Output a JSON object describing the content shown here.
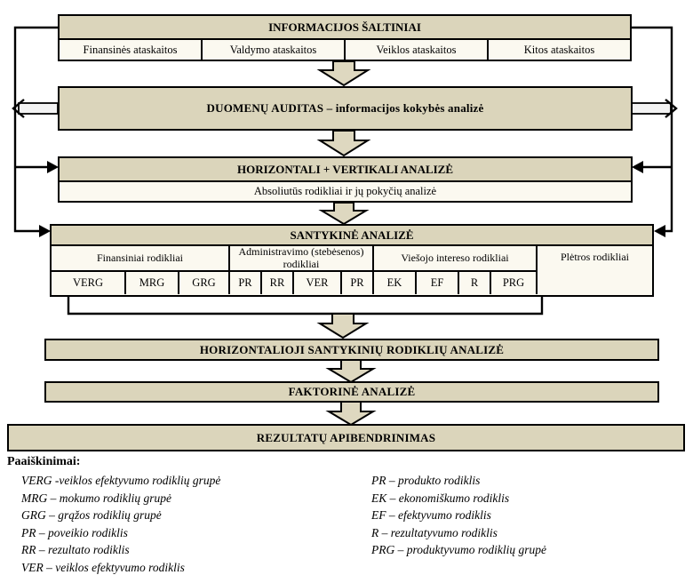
{
  "colors": {
    "box_fill": "#dbd5bb",
    "cell_fill": "#fbf9f0",
    "arrow_fill": "#ded8c0",
    "hbar_fill": "#f3f3f3",
    "border": "#000000",
    "text": "#000000"
  },
  "boxes": {
    "sources": {
      "title": "INFORMACIJOS ŠALTINIAI",
      "items": [
        "Finansinės ataskaitos",
        "Valdymo ataskaitos",
        "Veiklos ataskaitos",
        "Kitos ataskaitos"
      ]
    },
    "audit": {
      "title": "DUOMENŲ AUDITAS – informacijos kokybės analizė"
    },
    "horizontal_vertical": {
      "title": "HORIZONTALI + VERTIKALI  ANALIZĖ",
      "subtitle": "Absoliutūs rodikliai ir jų pokyčių analizė"
    },
    "relative": {
      "title": "SANTYKINĖ ANALIZĖ",
      "groups": [
        {
          "label": "Finansiniai rodikliai",
          "codes": [
            "VERG",
            "MRG",
            "GRG"
          ]
        },
        {
          "label": "Administravimo (stebėsenos) rodikliai",
          "codes": [
            "PR",
            "RR",
            "VER",
            "PR"
          ]
        },
        {
          "label": "Viešojo intereso rodikliai",
          "codes": [
            "EK",
            "EF",
            "R",
            "PRG"
          ]
        },
        {
          "label": "Plėtros rodikliai",
          "codes": []
        }
      ]
    },
    "horizontal_ratio": {
      "title": "HORIZONTALIOJI SANTYKINIŲ RODIKLIŲ ANALIZĖ"
    },
    "factor": {
      "title": "FAKTORINĖ ANALIZĖ"
    },
    "summary": {
      "title": "REZULTATŲ APIBENDRINIMAS"
    }
  },
  "legend": {
    "heading": "Paaiškinimai:",
    "left": [
      "VERG -veiklos efektyvumo rodiklių grupė",
      "MRG – mokumo rodiklių grupė",
      "GRG – grąžos rodiklių grupė",
      "PR – poveikio rodiklis",
      "RR – rezultato rodiklis",
      "VER – veiklos efektyvumo rodiklis"
    ],
    "right": [
      "PR – produkto rodiklis",
      "EK – ekonomiškumo rodiklis",
      "EF – efektyvumo rodiklis",
      "R – rezultatyvumo rodiklis",
      "PRG – produktyvumo rodiklių grupė"
    ]
  }
}
